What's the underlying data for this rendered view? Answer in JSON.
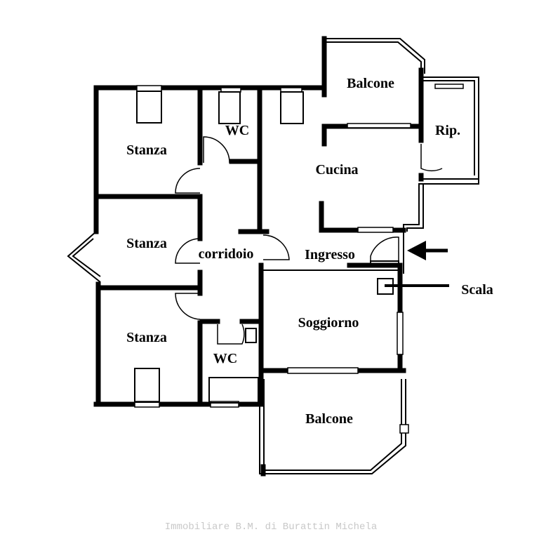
{
  "rooms": {
    "balcone_top": "Balcone",
    "rip": "Rip.",
    "wc_top": "WC",
    "stanza_1": "Stanza",
    "cucina": "Cucina",
    "stanza_2": "Stanza",
    "corridoio": "corridoio",
    "ingresso": "Ingresso",
    "scala": "Scala",
    "soggiorno": "Soggiorno",
    "stanza_3": "Stanza",
    "wc_bottom": "WC",
    "balcone_bottom": "Balcone"
  },
  "watermark": "Immobiliare B.M. di Burattin Michela"
}
